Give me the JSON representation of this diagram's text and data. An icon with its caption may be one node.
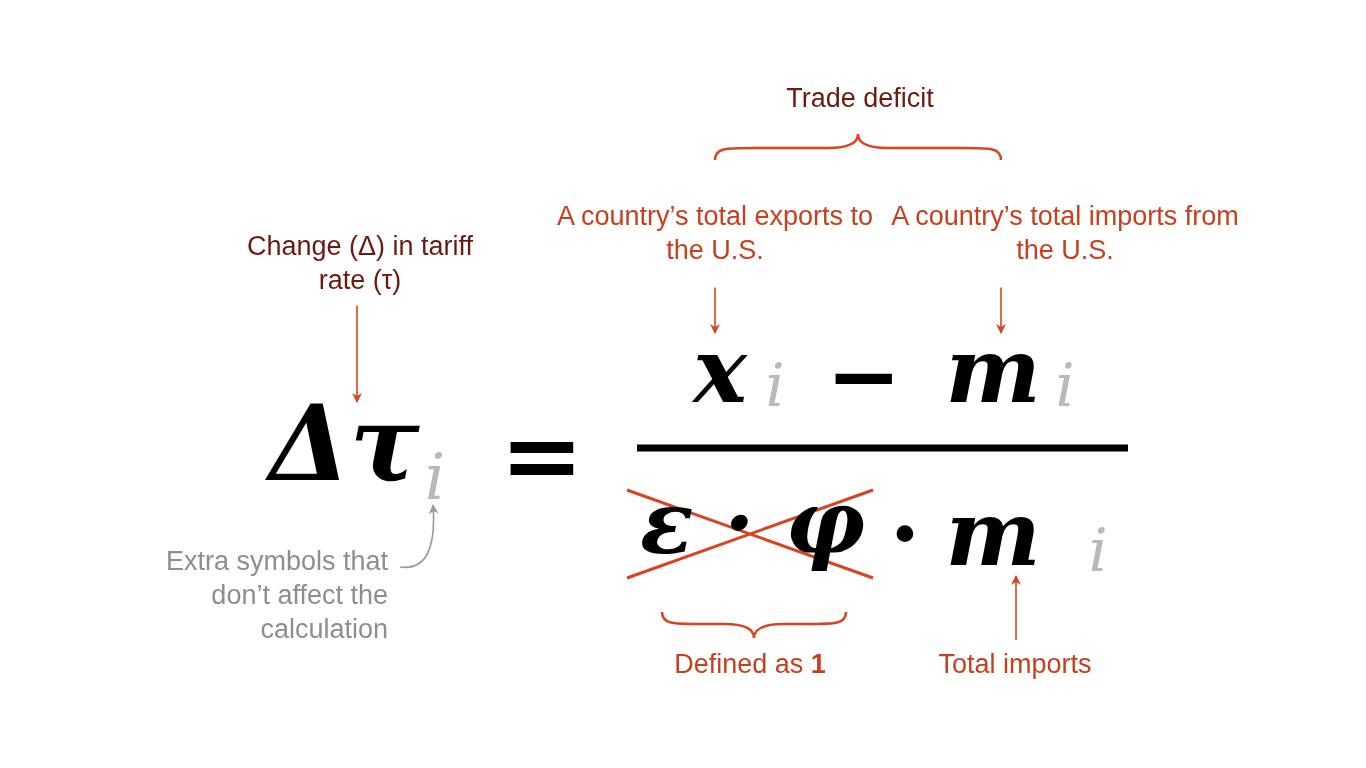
{
  "diagram": {
    "nodes": [
      {
        "text": [
          "Change (Δ) in tariff rate (τ)"
        ]
      },
      {
        "text": [
          "Δτ"
        ]
      },
      {
        "text": [
          "i"
        ]
      },
      {
        "text": [
          "Extra symbols that don’t affect the calculation"
        ]
      },
      {
        "text": [
          "Trade deficit"
        ]
      },
      {
        "text": [
          "A country’s total exports to the U.S."
        ]
      },
      {
        "text": [
          "A country’s total imports from the U.S."
        ]
      },
      {
        "text": [
          "x"
        ]
      },
      {
        "text": [
          "i"
        ]
      },
      {
        "text": [
          "m"
        ]
      },
      {
        "text": [
          "i"
        ]
      },
      {
        "text": [
          "ε · φ"
        ]
      },
      {
        "text": [
          "m"
        ]
      },
      {
        "text": [
          "i"
        ]
      },
      {
        "text": [
          "Defined as **1**"
        ]
      },
      {
        "text": [
          "Total imports"
        ]
      }
    ],
    "edges": [
      {
        "from": 0,
        "to": 1,
        "arrow": "to"
      },
      {
        "from": 3,
        "to": 2,
        "arrow": "to",
        "color": "#9a9a9a"
      },
      {
        "from": 5,
        "to": 7,
        "arrow": "to"
      },
      {
        "from": 6,
        "to": 9,
        "arrow": "to"
      },
      {
        "from": 15,
        "to": 12,
        "arrow": "to"
      }
    ],
    "labels": [
      "=",
      "−",
      "·"
    ]
  }
}
